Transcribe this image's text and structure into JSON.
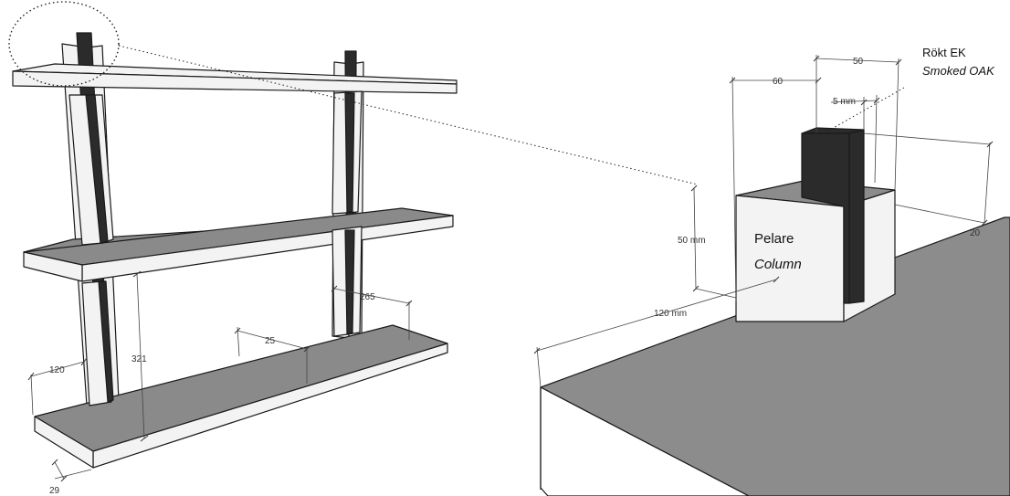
{
  "colors": {
    "wood": "#f3f3f3",
    "shelf_top": "#8a8a8a",
    "steel_bar": "#2b2b2b",
    "floor_top": "#8c8c8c",
    "floor_front": "#ffffff",
    "line": "#1a1a1a"
  },
  "shelf_dimensions": {
    "width_120": "120",
    "height_321": "321",
    "gap_25": "25",
    "depth_265": "265",
    "thickness_29": "29"
  },
  "detail_dimensions": {
    "width_60": "60",
    "width_50": "50",
    "thickness_5mm": "5 mm",
    "height_50mm": "50 mm",
    "length_120mm": "120 mm",
    "depth_20": "20"
  },
  "labels": {
    "material": "Rökt EK",
    "material_en": "Smoked OAK",
    "part": "Pelare",
    "part_en": "Column"
  }
}
